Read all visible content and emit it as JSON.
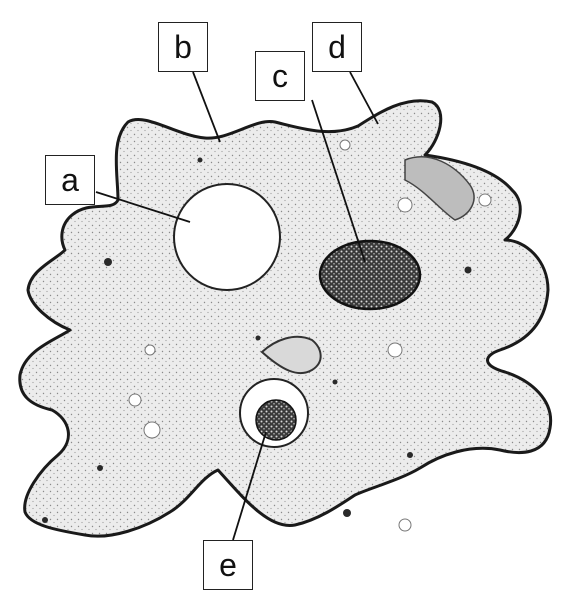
{
  "labels": {
    "a": "a",
    "b": "b",
    "c": "c",
    "d": "d",
    "e": "e"
  },
  "colors": {
    "outline": "#1a1a1a",
    "cytoplasm": "#e9e9e9",
    "nucleus": "#2b2b2b",
    "vacuole": "#ffffff"
  }
}
